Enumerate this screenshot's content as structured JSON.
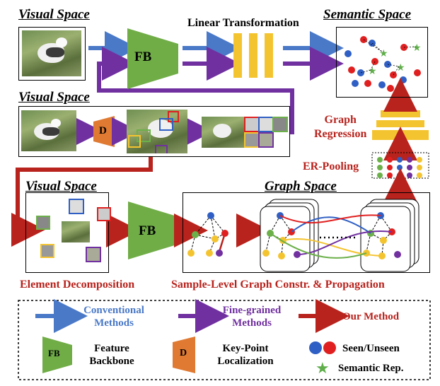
{
  "titles": {
    "visual_space_top": "Visual Space",
    "visual_space_mid": "Visual Space",
    "visual_space_bottom": "Visual Space",
    "semantic_space": "Semantic Space",
    "graph_space": "Graph Space"
  },
  "labels": {
    "linear_transformation": "Linear Transformation",
    "fb_top": "FB",
    "fb_bottom": "FB",
    "d_block": "D",
    "graph_regression_line1": "Graph",
    "graph_regression_line2": "Regression",
    "er_pooling": "ER-Pooling",
    "element_decomposition": "Element Decomposition",
    "graph_constr": "Sample-Level Graph Constr. & Propagation"
  },
  "legend": {
    "conventional_line1": "Conventional",
    "conventional_line2": "Methods",
    "finegrained_line1": "Fine-grained",
    "finegrained_line2": "Methods",
    "our_method": "Our Method",
    "fb_icon": "FB",
    "feature_line1": "Feature",
    "feature_line2": "Backbone",
    "d_icon": "D",
    "keypoint_line1": "Key-Point",
    "keypoint_line2": "Localization",
    "seen_unseen": "Seen/Unseen",
    "semantic_rep": "Semantic Rep."
  },
  "colors": {
    "blue": "#4a79c8",
    "purple": "#7030a0",
    "red": "#b8231d",
    "green": "#70ad47",
    "orange": "#e07a32",
    "yellow": "#f4c430"
  }
}
